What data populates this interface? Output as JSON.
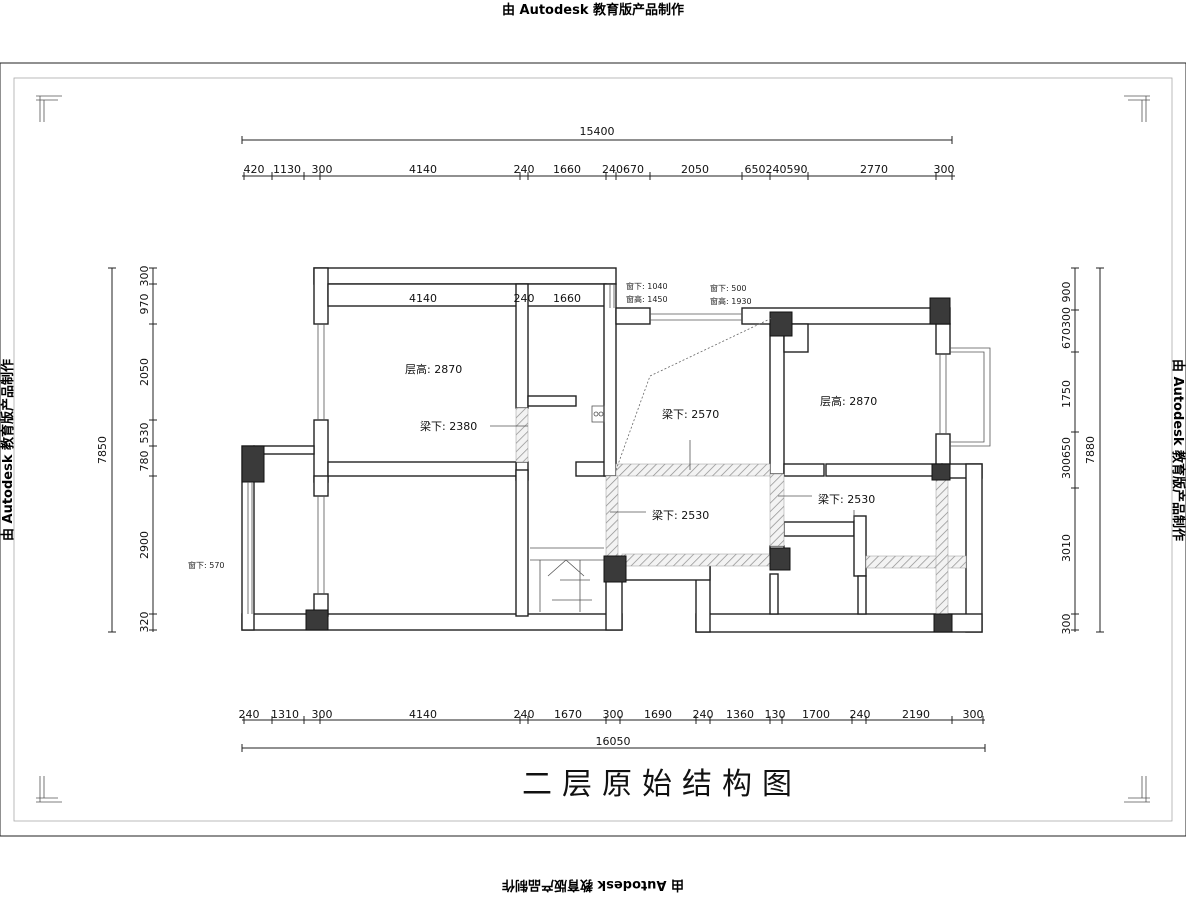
{
  "watermark": {
    "top": "由 Autodesk 教育版产品制作",
    "bottom": "由 Autodesk 教育版产品制作",
    "left": "由 Autodesk 教育版产品制作",
    "right": "由 Autodesk 教育版产品制作"
  },
  "title": "二层原始结构图",
  "dimensions": {
    "top_total": "15400",
    "top_segments": [
      "420",
      "1130",
      "300",
      "4140",
      "240",
      "1660",
      "240670",
      "2050",
      "650240590",
      "2770",
      "300"
    ],
    "bottom_total": "16050",
    "bottom_segments": [
      "240",
      "1310",
      "300",
      "4140",
      "240",
      "1670",
      "300",
      "1690",
      "240",
      "1360",
      "130",
      "1700",
      "240",
      "2190",
      "300"
    ],
    "left_total": "7850",
    "left_segments": [
      "300",
      "970",
      "2050",
      "530",
      "780",
      "2900",
      "320"
    ],
    "right_total": "7880",
    "right_segments": [
      "900",
      "670300",
      "1750",
      "300650",
      "3010",
      "300"
    ],
    "inner": [
      "4140",
      "240",
      "1660"
    ]
  },
  "labels": {
    "floor_height_left": "层高: 2870",
    "floor_height_right": "层高: 2870",
    "beam_2380": "梁下: 2380",
    "beam_2570": "梁下: 2570",
    "beam_2530_a": "梁下: 2530",
    "beam_2530_b": "梁下: 2530",
    "window_sill_left": "窗下: 570",
    "window_a_sill": "窗下: 1040",
    "window_a_head": "窗高: 1450",
    "window_b_sill": "窗下: 500",
    "window_b_head": "窗高: 1930"
  }
}
